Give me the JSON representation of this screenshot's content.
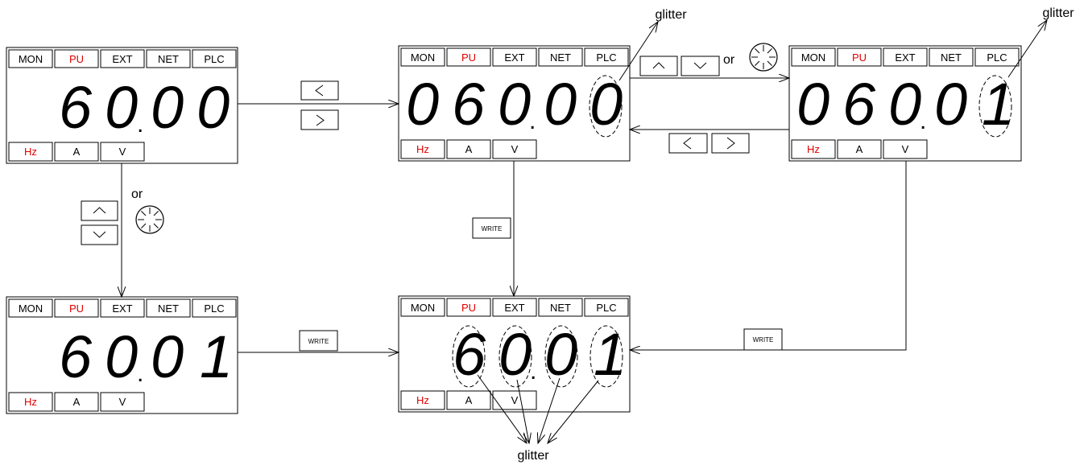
{
  "mode_labels": [
    "MON",
    "PU",
    "EXT",
    "NET",
    "PLC"
  ],
  "unit_labels": [
    "Hz",
    "A",
    "V"
  ],
  "colors": {
    "active": "#e00000",
    "ink": "#000000"
  },
  "displays": {
    "d1": {
      "digits": [
        "6",
        "0",
        "0",
        "0"
      ]
    },
    "d2": {
      "digits": [
        "0",
        "6",
        "0",
        "0",
        "0"
      ]
    },
    "d3": {
      "digits": [
        "0",
        "6",
        "0",
        "0",
        "1"
      ]
    },
    "d4": {
      "digits": [
        "6",
        "0",
        "0",
        "1"
      ]
    },
    "d5": {
      "digits": [
        "6",
        "0",
        "0",
        "1"
      ]
    }
  },
  "write_label": "WRITE",
  "or_label": "or",
  "glitter_label": "glitter",
  "icons": {
    "left": "chevron-left-icon",
    "right": "chevron-right-icon",
    "up": "chevron-up-icon",
    "down": "chevron-down-icon",
    "dial": "setting-dial-icon"
  }
}
